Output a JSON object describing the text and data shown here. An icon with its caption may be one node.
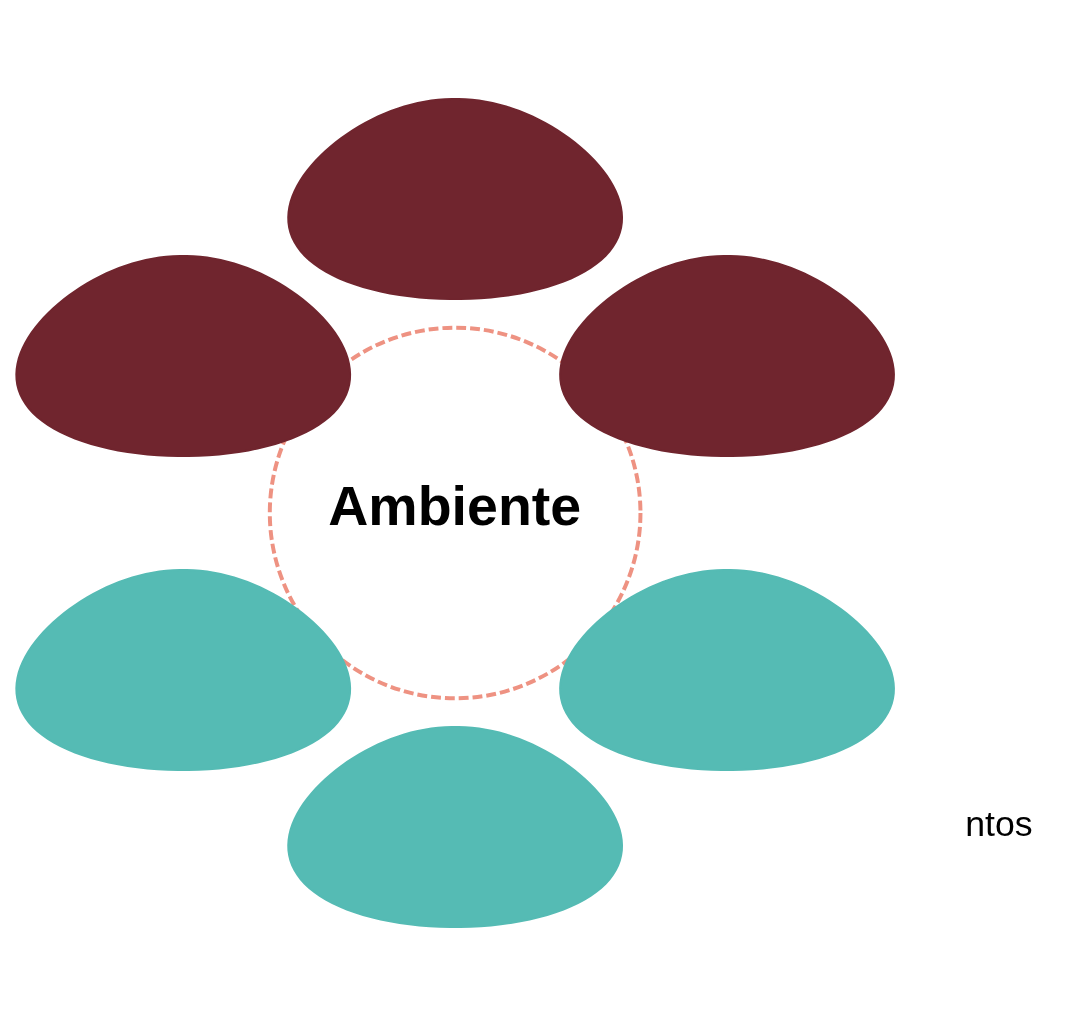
{
  "diagram": {
    "nodes": [
      {
        "text": [
          "Ambiente"
        ]
      },
      {
        "text": [],
        "shape": "leaf"
      },
      {
        "text": [],
        "shape": "leaf"
      },
      {
        "text": [],
        "shape": "leaf"
      },
      {
        "text": [],
        "shape": "leaf"
      },
      {
        "text": [],
        "shape": "leaf"
      },
      {
        "text": [],
        "shape": "leaf"
      }
    ],
    "labels": [
      "ntos"
    ]
  }
}
